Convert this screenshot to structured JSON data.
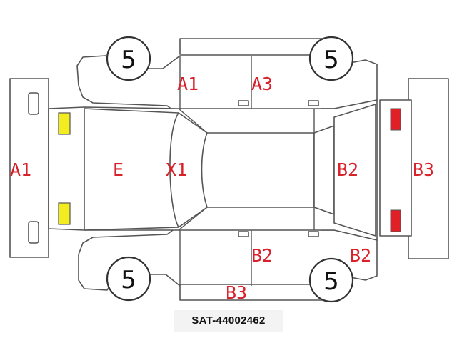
{
  "labels": {
    "front_bumper": "A1",
    "hood": "E",
    "windshield": "X1",
    "roof": "",
    "rear_glass": "B2",
    "rear_bumper": "B3",
    "left_front_door": "A1",
    "left_rear_door": "A3",
    "right_rear_door": "B2",
    "right_rear_fender": "B2",
    "right_sill": "B3"
  },
  "tires": [
    "5",
    "5",
    "5",
    "5"
  ],
  "markers": {
    "front_lights_color": "#f3ec1e",
    "rear_lights_color": "#e01f26"
  },
  "stock_id": "SAT-44002462"
}
